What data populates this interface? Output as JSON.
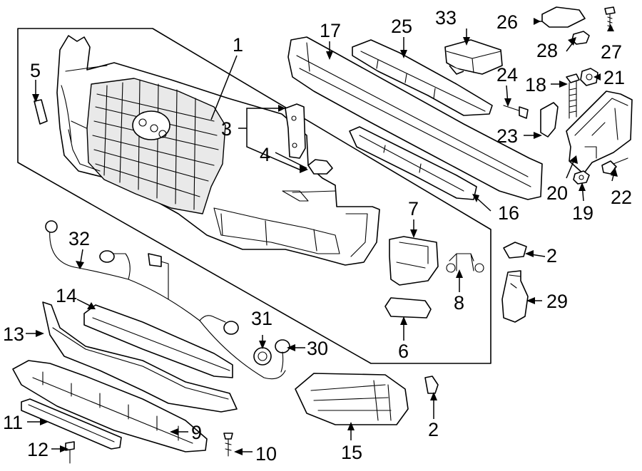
{
  "callouts": [
    "1",
    "2",
    "3",
    "4",
    "5",
    "6",
    "7",
    "8",
    "9",
    "10",
    "11",
    "12",
    "13",
    "14",
    "15",
    "16",
    "17",
    "18",
    "19",
    "20",
    "21",
    "22",
    "23",
    "24",
    "25",
    "26",
    "27",
    "28",
    "29",
    "30",
    "31",
    "32",
    "33"
  ],
  "second_callout_2": "2"
}
